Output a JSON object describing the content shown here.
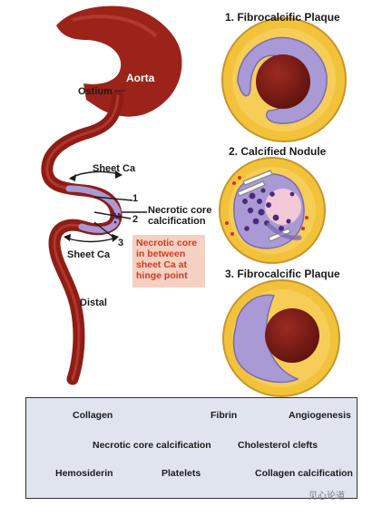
{
  "labels": {
    "aorta": "Aorta",
    "ostium": "Ostium",
    "sheet_ca_top": "Sheet Ca",
    "sheet_ca_bottom": "Sheet Ca",
    "num1": "1",
    "num2": "2",
    "num3": "3",
    "necrotic_core_calc_line1": "Necrotic core",
    "necrotic_core_calc_line2": "calcification",
    "distal": "Distal",
    "callout_line1": "Necrotic core",
    "callout_line2": "in between",
    "callout_line3": "sheet Ca at",
    "callout_line4": "hinge point"
  },
  "panels": [
    {
      "title": "1. Fibrocalcific Plaque"
    },
    {
      "title": "2. Calcified Nodule"
    },
    {
      "title": "3. Fibrocalcific Plaque"
    }
  ],
  "legend": {
    "collagen": "Collagen",
    "fibrin": "Fibrin",
    "angiogenesis": "Angiogenesis",
    "necrotic_core_calcification": "Necrotic core calcification",
    "cholesterol_clefts": "Cholesterol clefts",
    "hemosiderin": "Hemosiderin",
    "platelets": "Platelets",
    "collagen_calcification": "Collagen calcification"
  },
  "watermark": "见心论道",
  "colors": {
    "vessel": "#8e1d16",
    "vessel_light": "#b7372b",
    "collagen": "#f2c23a",
    "calcification": "#a99ad6",
    "lumen": "#7b1c16",
    "necrotic": "#4b2a7a",
    "callout_text": "#d63a1b",
    "callout_bg": "#f4d1c3"
  }
}
